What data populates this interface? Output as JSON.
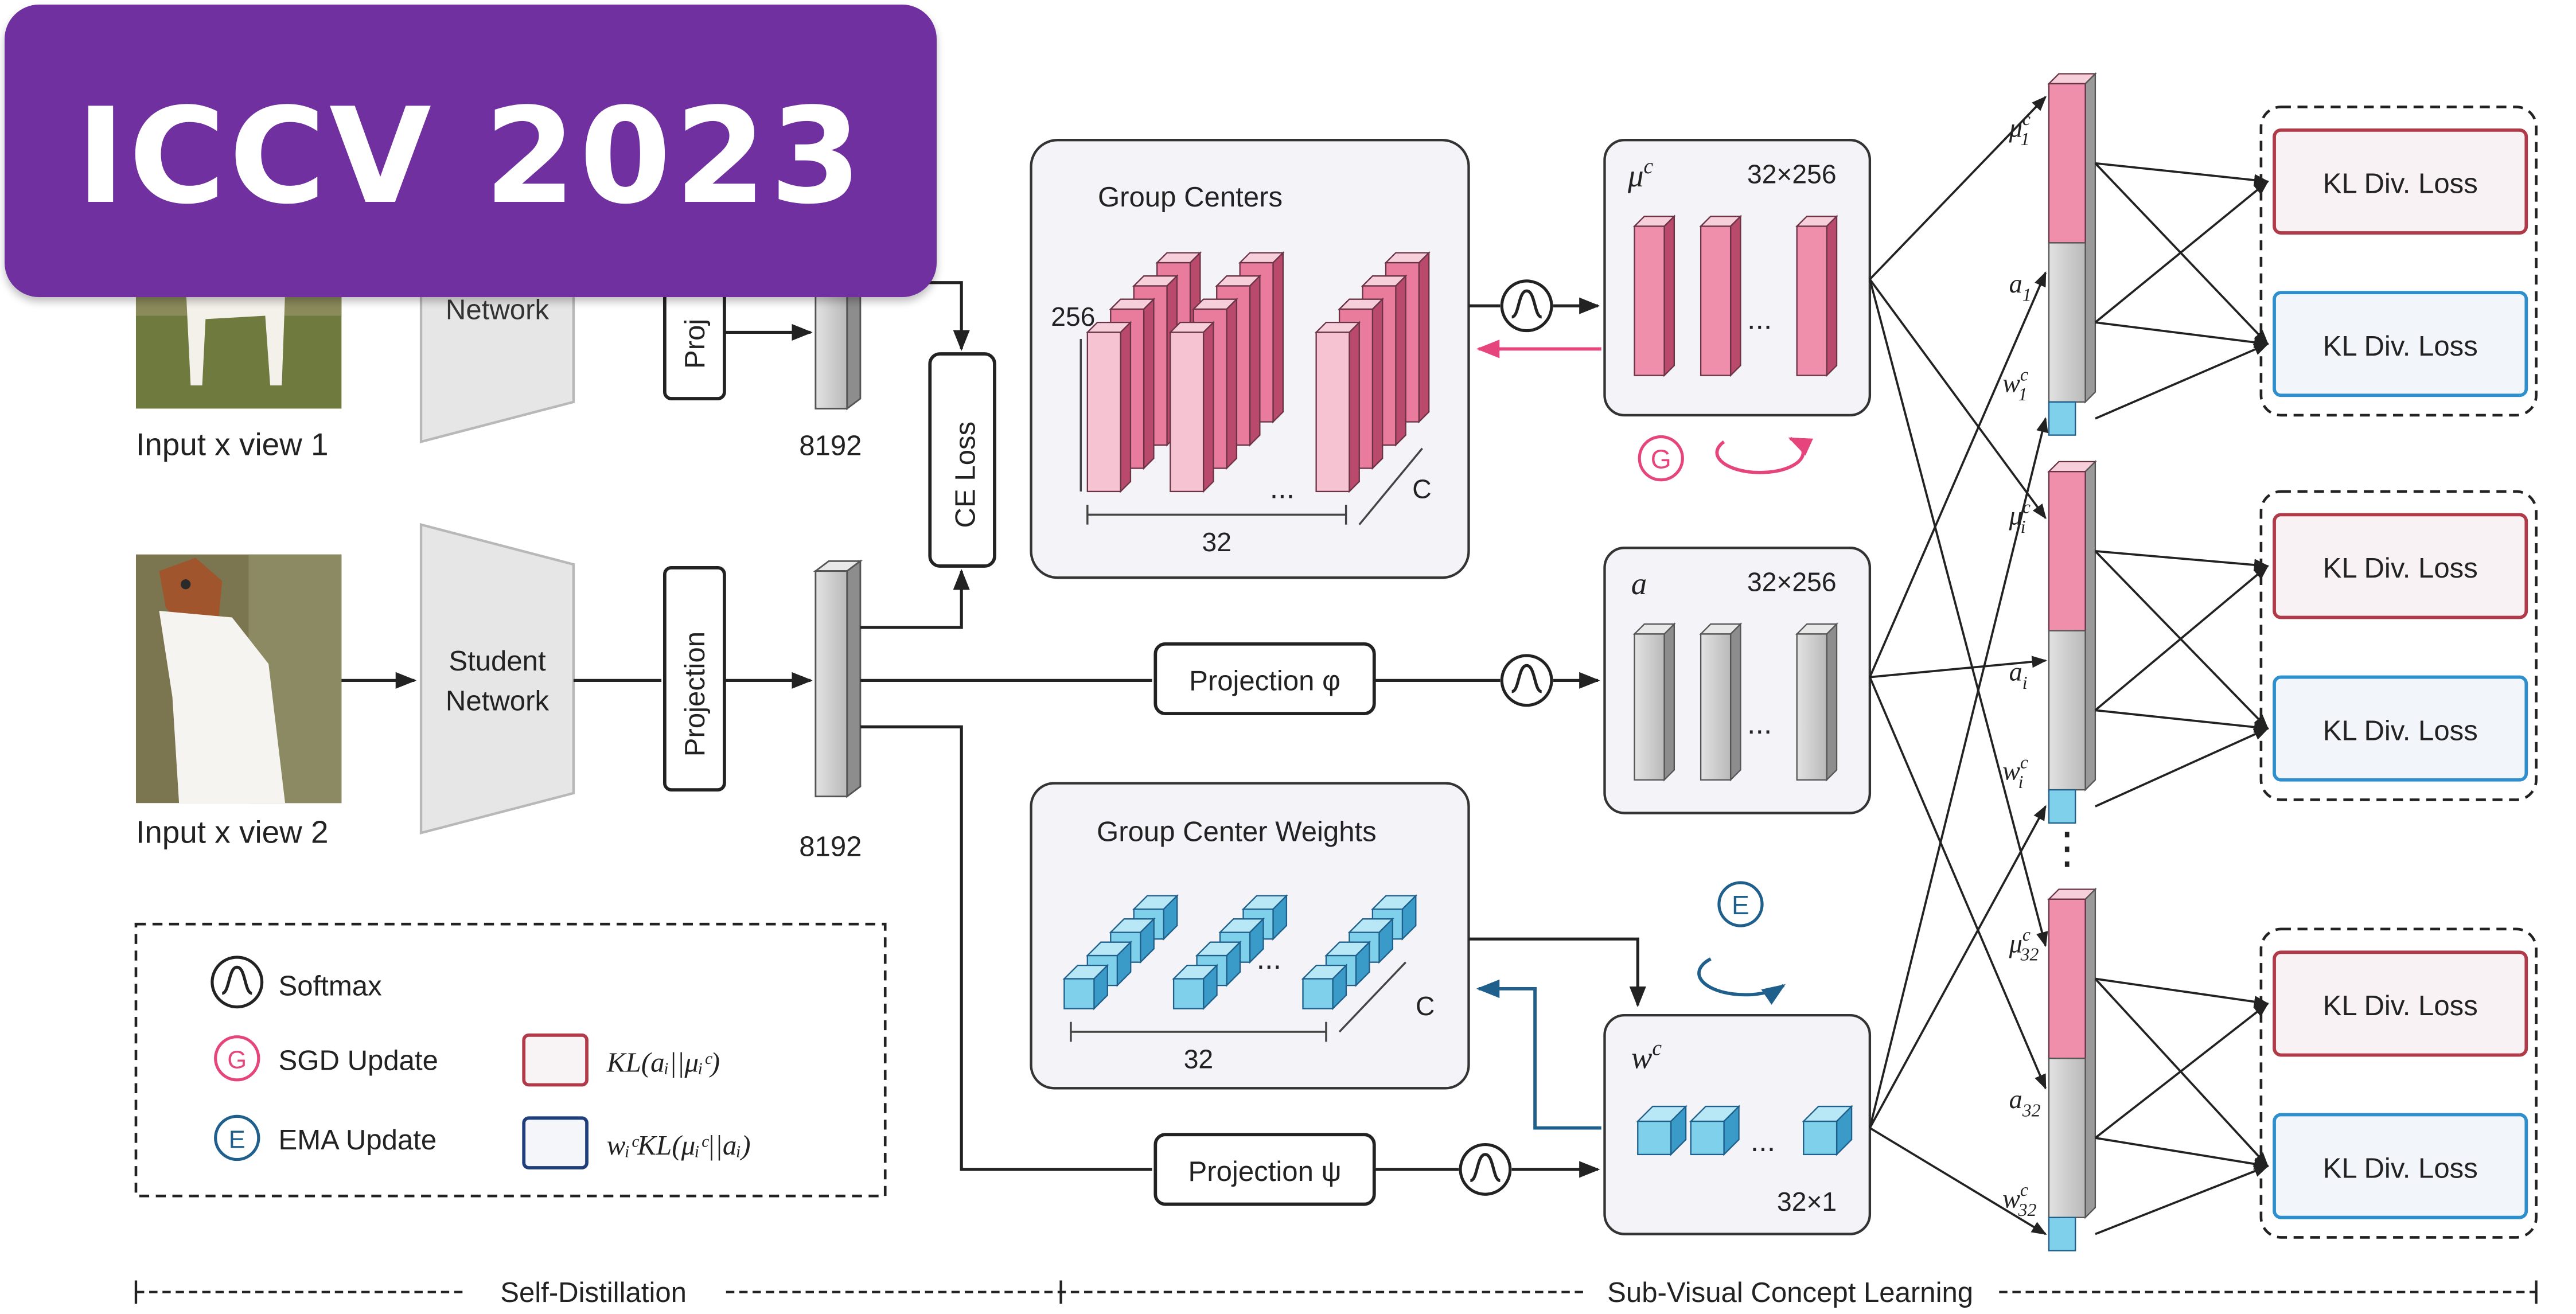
{
  "banner": {
    "title": "ICCV 2023"
  },
  "inputs": {
    "view1_label": "Input x view 1",
    "view2_label": "Input x view 2",
    "x_var": "x"
  },
  "networks": {
    "teacher_partial": "Network",
    "teacher_projection_partial": "Proj",
    "student_line1": "Student",
    "student_line2": "Network",
    "projection": "Projection"
  },
  "features": {
    "dim_top": "8192",
    "dim_bottom": "8192"
  },
  "ce_loss": "CE Loss",
  "group_centers": {
    "title": "Group Centers",
    "dim_h": "256",
    "dim_w": "32",
    "dim_c": "C",
    "ellipsis": "..."
  },
  "group_center_weights": {
    "title": "Group Center Weights",
    "dim_w": "32",
    "dim_c": "C",
    "ellipsis": "..."
  },
  "mu_box": {
    "sym": "μ",
    "sup": "c",
    "dims": "32×256",
    "ellipsis": "..."
  },
  "a_box": {
    "sym": "a",
    "dims": "32×256",
    "ellipsis": "..."
  },
  "w_box": {
    "sym": "w",
    "sup": "c",
    "dims": "32×1",
    "ellipsis": "..."
  },
  "projections": {
    "phi": "Projection φ",
    "psi": "Projection ψ"
  },
  "updates": {
    "sgd_letter": "G",
    "ema_letter": "E"
  },
  "columns": [
    {
      "mu_sym": "μ",
      "mu_sub": "1",
      "mu_sup": "c",
      "a_sym": "a",
      "a_sub": "1",
      "w_sym": "w",
      "w_sub": "1",
      "w_sup": "c"
    },
    {
      "mu_sym": "μ",
      "mu_sub": "i",
      "mu_sup": "c",
      "a_sym": "a",
      "a_sub": "i",
      "w_sym": "w",
      "w_sub": "i",
      "w_sup": "c"
    },
    {
      "mu_sym": "μ",
      "mu_sub": "32",
      "mu_sup": "c",
      "a_sym": "a",
      "a_sub": "32",
      "w_sym": "w",
      "w_sub": "32",
      "w_sup": "c"
    }
  ],
  "column_gap_dots": "⋮",
  "kl_loss_label": "KL Div. Loss",
  "legend": {
    "softmax": "Softmax",
    "sgd": "SGD Update",
    "ema": "EMA Update",
    "kl_red": "KL(aᵢ||μᵢᶜ)",
    "kl_blue": "wᵢᶜKL(μᵢᶜ||aᵢ)",
    "sgd_letter": "G",
    "ema_letter": "E"
  },
  "stages": {
    "self_distillation": "Self-Distillation",
    "sub_visual": "Sub-Visual Concept Learning"
  },
  "colors": {
    "banner": "#7030a0",
    "pink": "#ef8fab",
    "pink_dark": "#d9587e",
    "sgd_arrow": "#e6447c",
    "ema_arrow": "#1f5f8b",
    "cube": "#7fd0ea",
    "kl_red": "#b03a48",
    "kl_blue": "#2e8fcf",
    "panel_bg": "#f4f3f7",
    "grey_bar": "#c8c8c8"
  }
}
